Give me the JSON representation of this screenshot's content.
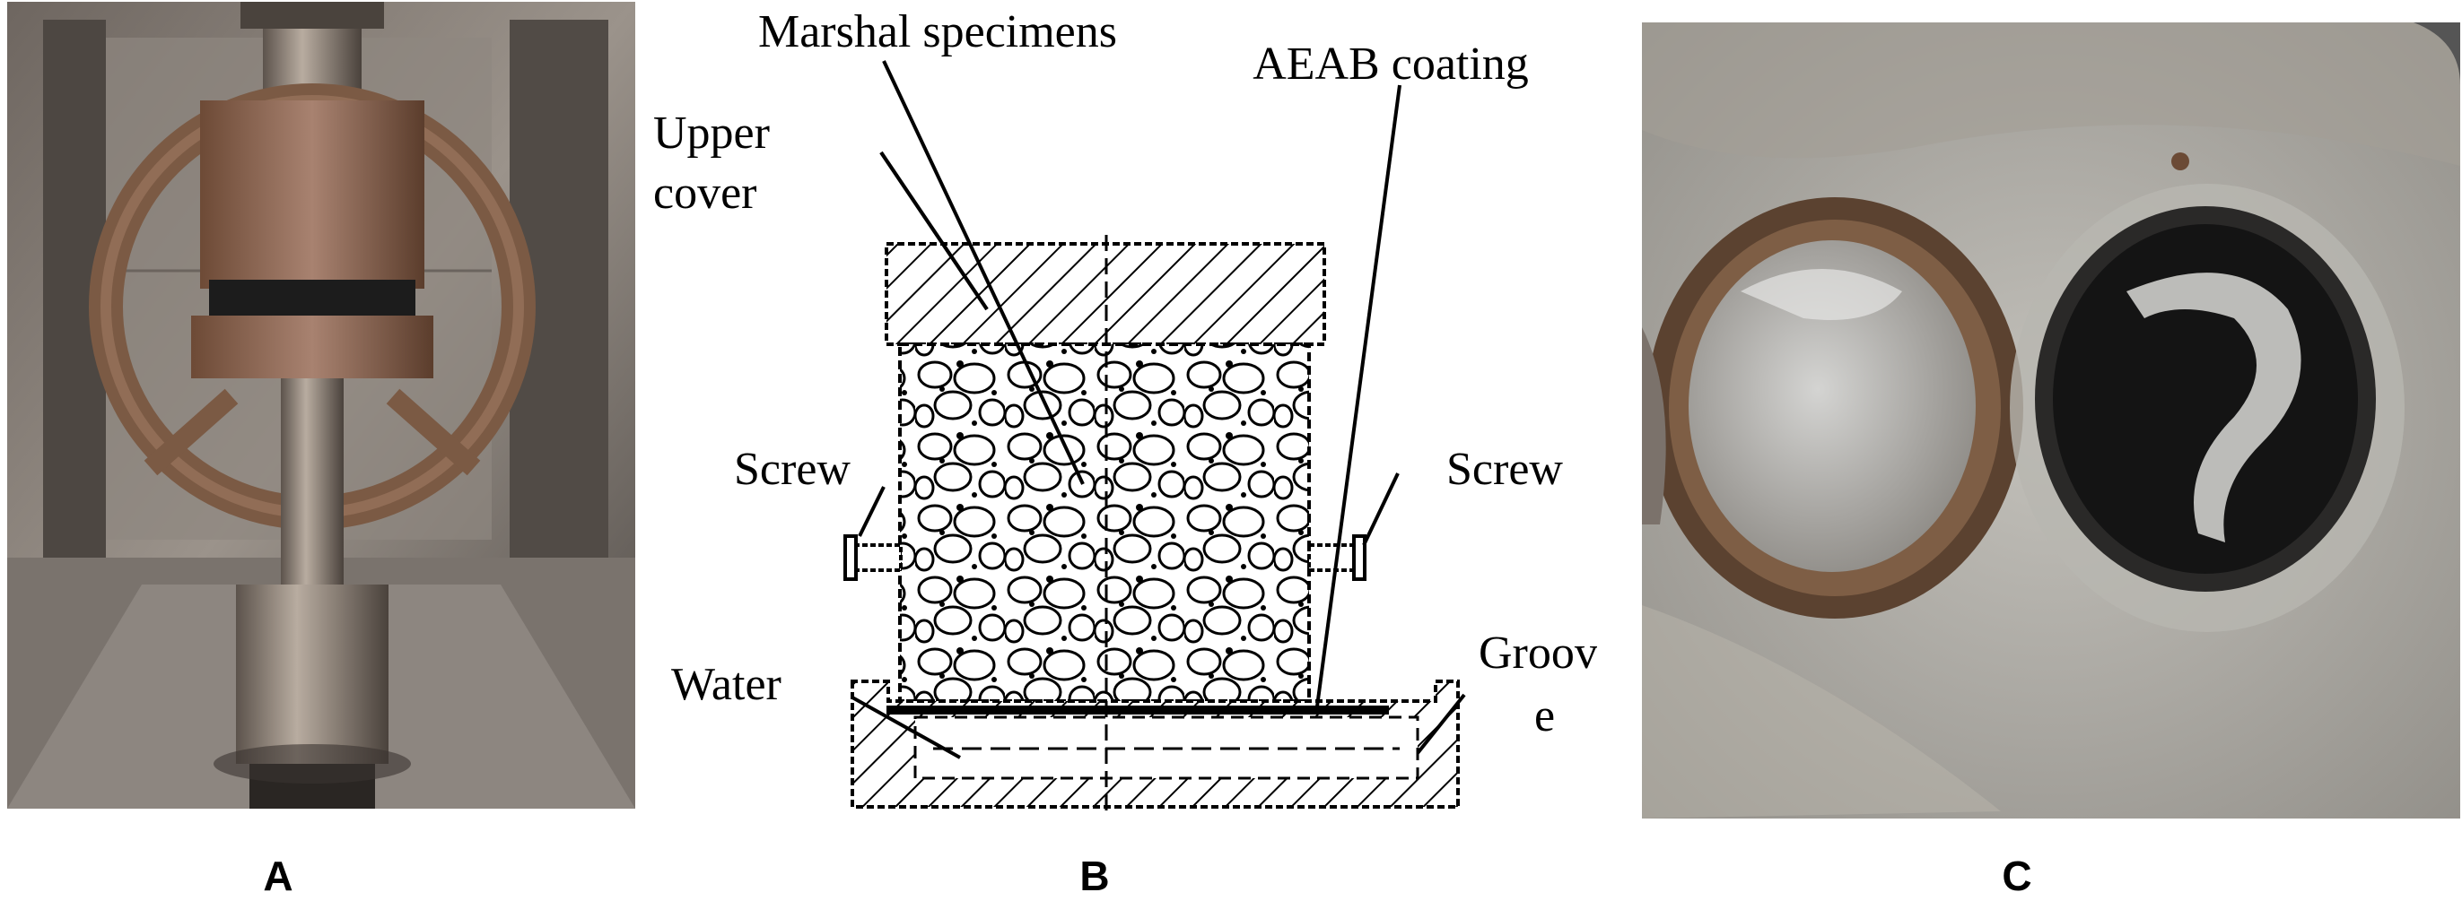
{
  "figure": {
    "panels": [
      {
        "letter": "A"
      },
      {
        "letter": "B"
      },
      {
        "letter": "C"
      }
    ]
  },
  "diagram": {
    "labels": {
      "marshal_specimens": "Marshal specimens",
      "aeab_coating": "AEAB coating",
      "upper_cover_line1": "Upper",
      "upper_cover_line2": "cover",
      "screw_left": "Screw",
      "screw_right": "Screw",
      "water": "Water",
      "groove_line1": "Groov",
      "groove_line2": "e"
    }
  },
  "colors": {
    "machine_metal": "#9a8b7e",
    "rust": "#8b5a3c",
    "asphalt_black": "#141414",
    "concrete_grey": "#b4b2ac"
  }
}
